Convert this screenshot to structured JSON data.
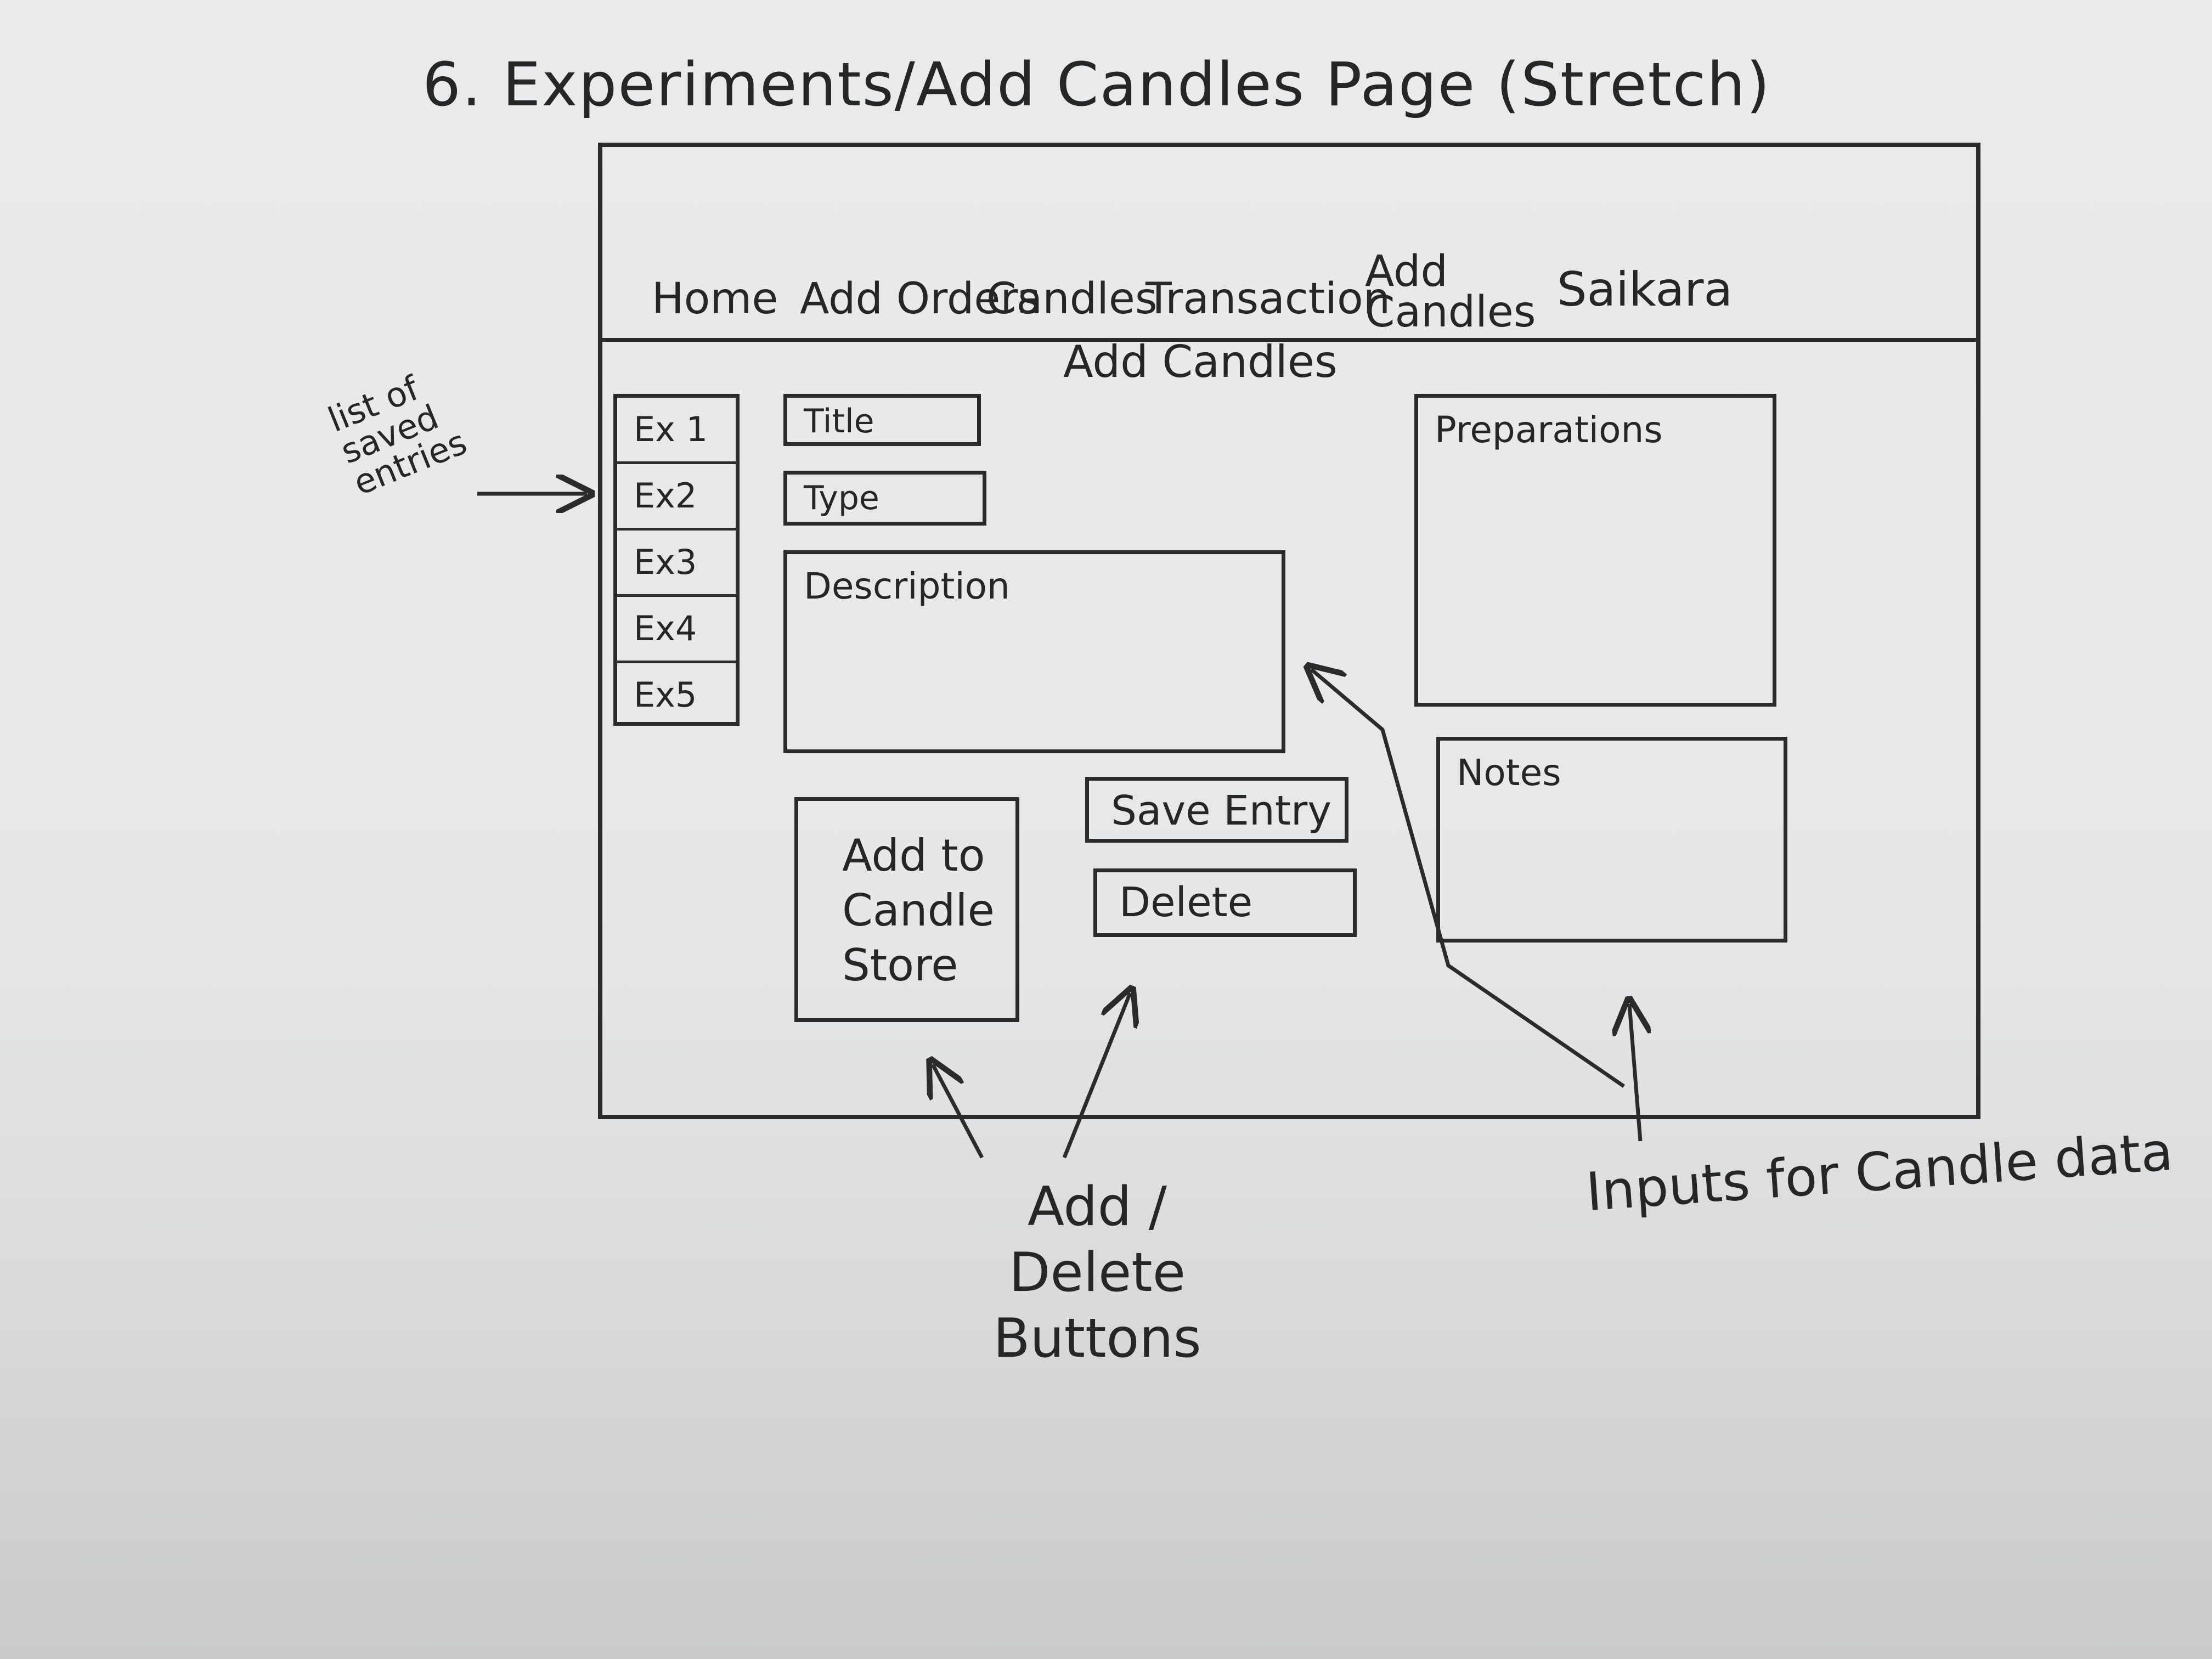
{
  "page_title": "6. Experiments/Add Candles Page (Stretch)",
  "nav": {
    "items": [
      "Home",
      "Add Orders",
      "Candles",
      "Transaction",
      "Add Candles"
    ],
    "user": "Saikara"
  },
  "section_title": "Add Candles",
  "saved_entries": [
    "Ex 1",
    "Ex2",
    "Ex3",
    "Ex4",
    "Ex5"
  ],
  "inputs": {
    "title": "Title",
    "type": "Type",
    "description": "Description",
    "preparations": "Preparations",
    "notes": "Notes"
  },
  "buttons": {
    "add_to_store": "Add to Candle Store",
    "save_entry": "Save Entry",
    "delete": "Delete"
  },
  "annotations": {
    "saved_entries": "list of saved entries",
    "buttons": "Add / Delete Buttons",
    "inputs": "Inputs for Candle data"
  }
}
